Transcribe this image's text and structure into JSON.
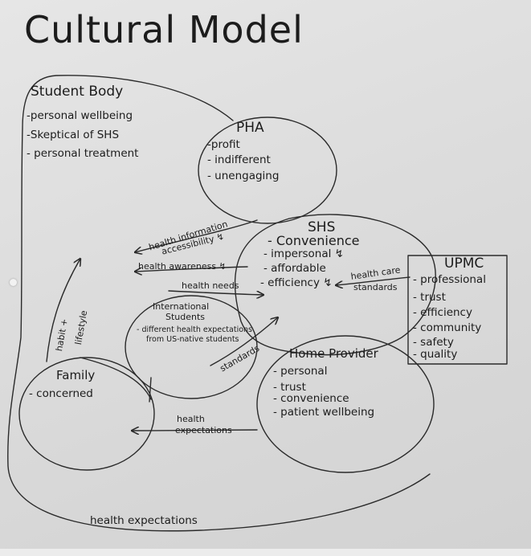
{
  "title": "Cultural Model",
  "nodes": {
    "student_body": {
      "label": "Student Body",
      "items": [
        "-personal wellbeing",
        "-Skeptical of SHS",
        "- personal treatment"
      ]
    },
    "pha": {
      "label": "PHA",
      "items": [
        "-profit",
        "- indifferent",
        "- unengaging"
      ]
    },
    "shs": {
      "label": "SHS",
      "items": [
        "- Convenience",
        "- impersonal ↯",
        "- affordable",
        "- efficiency ↯"
      ]
    },
    "upmc": {
      "label": "UPMC",
      "items": [
        "- professional",
        "- trust",
        "- efficiency",
        "- community",
        "- safety",
        "- quality"
      ]
    },
    "international_students": {
      "label_line1": "International",
      "label_line2": "Students",
      "items": [
        "- different health expectations",
        "from US-native students"
      ]
    },
    "home_provider": {
      "label": "Home Provider",
      "items": [
        "- personal",
        "- trust",
        "- convenience",
        "- patient wellbeing"
      ]
    },
    "family": {
      "label": "Family",
      "items": [
        "- concerned"
      ]
    }
  },
  "edge_labels": {
    "health_information": "health information",
    "accessibility": "accessibility ↯",
    "health_awareness": "health awareness ↯",
    "health_needs": "health needs",
    "health_care": "health care",
    "standards_upmc": "standards",
    "standards_intl": "standards",
    "habit": "habit +",
    "lifestyle": "lifestyle",
    "health_line1": "health",
    "health_line2": "expectations",
    "outer_health_expectations": "health expectations"
  }
}
